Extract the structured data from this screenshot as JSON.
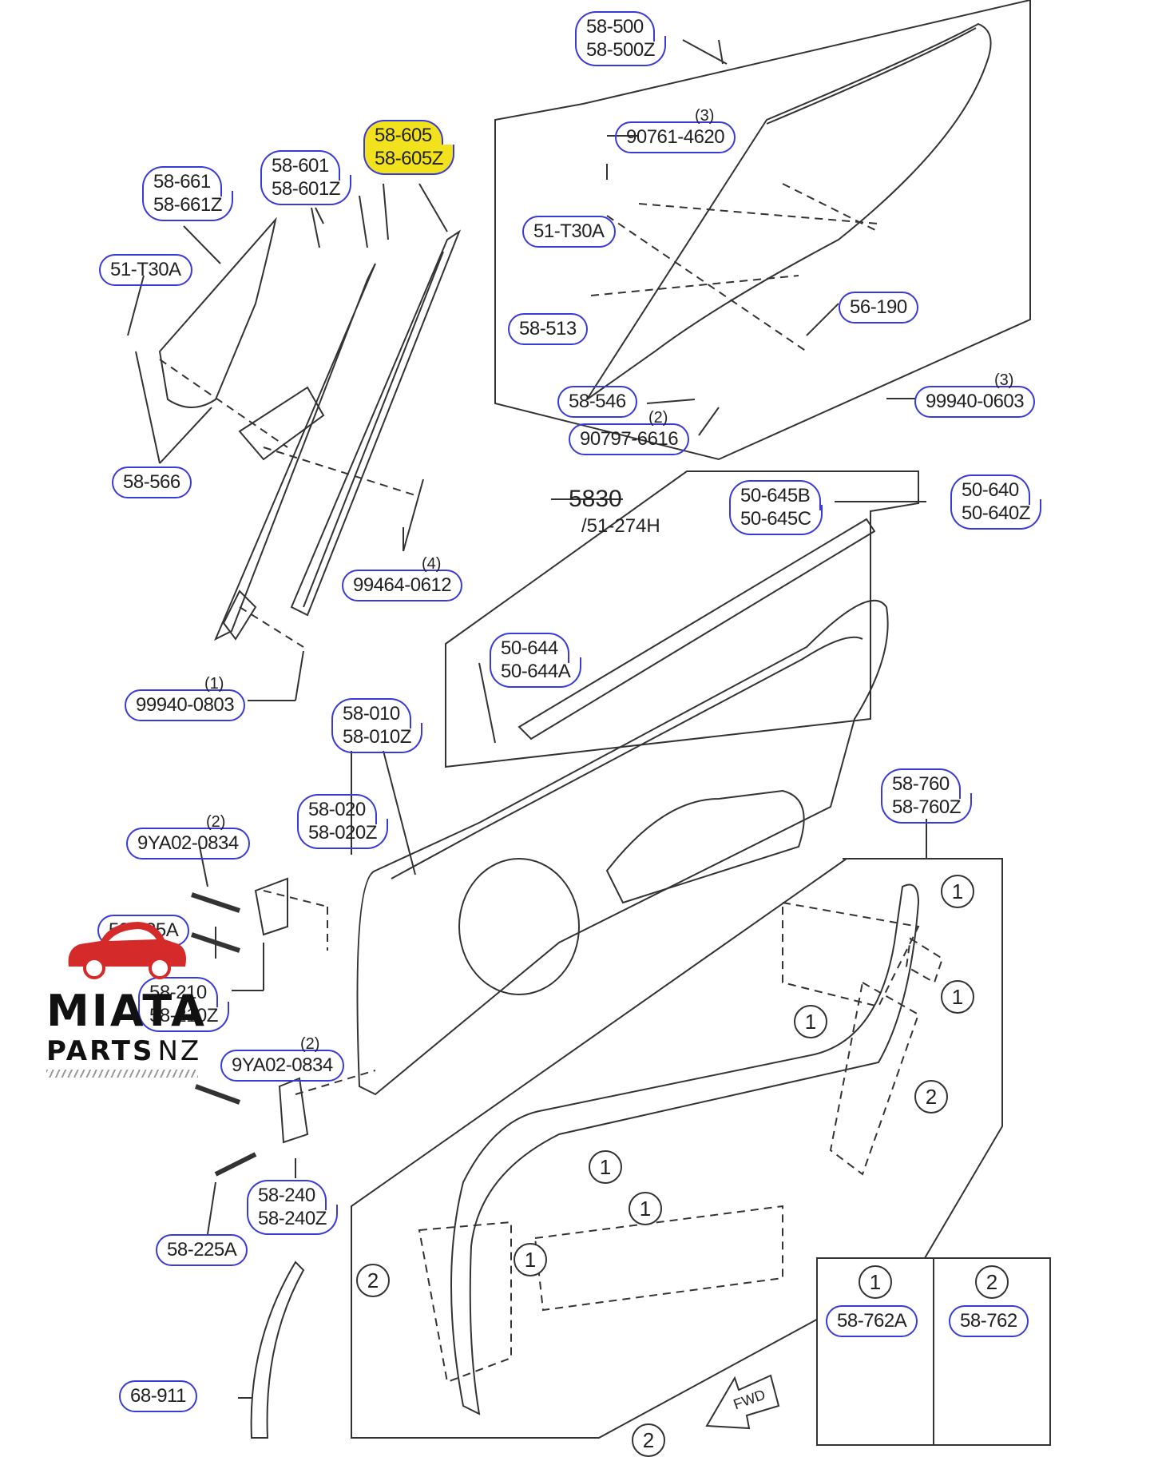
{
  "parts": [
    {
      "id": "p1",
      "labels": [
        "58-500",
        "58-500Z"
      ],
      "qty": ""
    },
    {
      "id": "p2",
      "labels": [
        "90761-4620"
      ],
      "qty": "(3)"
    },
    {
      "id": "p3",
      "labels": [
        "58-605",
        "58-605Z"
      ],
      "qty": "",
      "highlight": true
    },
    {
      "id": "p4",
      "labels": [
        "58-601",
        "58-601Z"
      ],
      "qty": ""
    },
    {
      "id": "p5",
      "labels": [
        "58-661",
        "58-661Z"
      ],
      "qty": ""
    },
    {
      "id": "p6",
      "labels": [
        "51-T30A"
      ],
      "qty": ""
    },
    {
      "id": "p7",
      "labels": [
        "51-T30A"
      ],
      "qty": ""
    },
    {
      "id": "p8",
      "labels": [
        "58-513"
      ],
      "qty": ""
    },
    {
      "id": "p9",
      "labels": [
        "56-190"
      ],
      "qty": ""
    },
    {
      "id": "p10",
      "labels": [
        "58-546"
      ],
      "qty": ""
    },
    {
      "id": "p11",
      "labels": [
        "90797-6616"
      ],
      "qty": "(2)"
    },
    {
      "id": "p12",
      "labels": [
        "99940-0603"
      ],
      "qty": "(3)"
    },
    {
      "id": "p13",
      "labels": [
        "58-566"
      ],
      "qty": ""
    },
    {
      "id": "p14",
      "labels": [
        "99464-0612"
      ],
      "qty": "(4)"
    },
    {
      "id": "p15",
      "labels": [
        "50-645B",
        "50-645C"
      ],
      "qty": ""
    },
    {
      "id": "p16",
      "labels": [
        "50-640",
        "50-640Z"
      ],
      "qty": ""
    },
    {
      "id": "p17",
      "labels": [
        "50-644",
        "50-644A"
      ],
      "qty": ""
    },
    {
      "id": "p18",
      "labels": [
        "99940-0803"
      ],
      "qty": "(1)"
    },
    {
      "id": "p19",
      "labels": [
        "58-010",
        "58-010Z"
      ],
      "qty": ""
    },
    {
      "id": "p20",
      "labels": [
        "58-020",
        "58-020Z"
      ],
      "qty": ""
    },
    {
      "id": "p21",
      "labels": [
        "58-760",
        "58-760Z"
      ],
      "qty": ""
    },
    {
      "id": "p22",
      "labels": [
        "9YA02-0834"
      ],
      "qty": "(2)"
    },
    {
      "id": "p23",
      "labels": [
        "58-225A"
      ],
      "qty": ""
    },
    {
      "id": "p24",
      "labels": [
        "58-210",
        "58-210Z"
      ],
      "qty": ""
    },
    {
      "id": "p25",
      "labels": [
        "9YA02-0834"
      ],
      "qty": "(2)"
    },
    {
      "id": "p26",
      "labels": [
        "58-240",
        "58-240Z"
      ],
      "qty": ""
    },
    {
      "id": "p27",
      "labels": [
        "58-225A"
      ],
      "qty": ""
    },
    {
      "id": "p28",
      "labels": [
        "68-911"
      ],
      "qty": ""
    }
  ],
  "free_labels": {
    "ref_5830": "5830",
    "ref_51_274h": "/51-274H",
    "fwd": "FWD"
  },
  "callouts": [
    "1",
    "1",
    "1",
    "2",
    "1",
    "1",
    "1",
    "2",
    "2"
  ],
  "legend": {
    "cells": [
      {
        "key": "1",
        "part": "58-762A"
      },
      {
        "key": "2",
        "part": "58-762"
      }
    ]
  },
  "logo": {
    "line1": "MIATA",
    "line2a": "PARTS",
    "line2b": "NZ"
  },
  "colors": {
    "highlight": "#f2e21e",
    "label_border": "#3a3ad8",
    "logo_red": "#d42a2a",
    "ink": "#333333"
  }
}
